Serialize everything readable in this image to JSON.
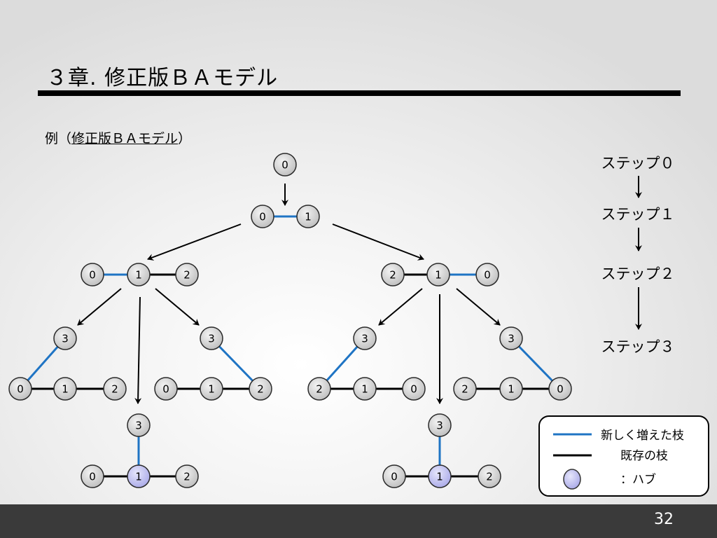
{
  "slide": {
    "title": "３章. 修正版ＢＡモデル",
    "subtitle_prefix": "例（",
    "subtitle_link": "修正版ＢＡモデル",
    "subtitle_suffix": "）",
    "page_number": "32"
  },
  "colors": {
    "new_edge": "#1f74c4",
    "existing_edge": "#000000",
    "hub_fill": "#c7c7f2",
    "node_fill": "#d2d2d2"
  },
  "steps": [
    "ステップ０",
    "ステップ１",
    "ステップ２",
    "ステップ３"
  ],
  "legend": {
    "new_edge": "新しく増えた枝",
    "existing_edge": "既存の枝",
    "hub": "：ハブ"
  },
  "graphs": [
    {
      "nodes": [
        {
          "id": "a",
          "label": "0"
        }
      ],
      "edges": []
    },
    {
      "nodes": [
        {
          "id": "a",
          "label": "0"
        },
        {
          "id": "b",
          "label": "1"
        }
      ],
      "edges": [
        {
          "from": "a",
          "to": "b",
          "type": "new"
        }
      ]
    },
    {
      "nodes": [
        {
          "id": "a",
          "label": "0"
        },
        {
          "id": "b",
          "label": "1"
        },
        {
          "id": "c",
          "label": "2"
        }
      ],
      "edges": [
        {
          "from": "a",
          "to": "b",
          "type": "new"
        },
        {
          "from": "b",
          "to": "c",
          "type": "existing"
        }
      ]
    },
    {
      "nodes": [
        {
          "id": "a",
          "label": "2"
        },
        {
          "id": "b",
          "label": "1"
        },
        {
          "id": "c",
          "label": "0"
        }
      ],
      "edges": [
        {
          "from": "a",
          "to": "b",
          "type": "existing"
        },
        {
          "from": "b",
          "to": "c",
          "type": "new"
        }
      ]
    },
    {
      "nodes": [
        {
          "id": "t",
          "label": "3"
        },
        {
          "id": "a",
          "label": "0"
        },
        {
          "id": "b",
          "label": "1"
        },
        {
          "id": "c",
          "label": "2"
        }
      ],
      "edges": [
        {
          "from": "t",
          "to": "a",
          "type": "new"
        },
        {
          "from": "a",
          "to": "b",
          "type": "existing"
        },
        {
          "from": "b",
          "to": "c",
          "type": "existing"
        }
      ]
    },
    {
      "nodes": [
        {
          "id": "t",
          "label": "3"
        },
        {
          "id": "a",
          "label": "0"
        },
        {
          "id": "b",
          "label": "1"
        },
        {
          "id": "c",
          "label": "2"
        }
      ],
      "edges": [
        {
          "from": "t",
          "to": "c",
          "type": "new"
        },
        {
          "from": "a",
          "to": "b",
          "type": "existing"
        },
        {
          "from": "b",
          "to": "c",
          "type": "existing"
        }
      ]
    },
    {
      "nodes": [
        {
          "id": "t",
          "label": "3"
        },
        {
          "id": "a",
          "label": "0"
        },
        {
          "id": "b",
          "label": "1",
          "hub": true
        },
        {
          "id": "c",
          "label": "2"
        }
      ],
      "edges": [
        {
          "from": "t",
          "to": "b",
          "type": "new"
        },
        {
          "from": "a",
          "to": "b",
          "type": "existing"
        },
        {
          "from": "b",
          "to": "c",
          "type": "existing"
        }
      ]
    },
    {
      "nodes": [
        {
          "id": "t",
          "label": "3"
        },
        {
          "id": "a",
          "label": "2"
        },
        {
          "id": "b",
          "label": "1"
        },
        {
          "id": "c",
          "label": "0"
        }
      ],
      "edges": [
        {
          "from": "t",
          "to": "a",
          "type": "new"
        },
        {
          "from": "a",
          "to": "b",
          "type": "existing"
        },
        {
          "from": "b",
          "to": "c",
          "type": "existing"
        }
      ]
    },
    {
      "nodes": [
        {
          "id": "t",
          "label": "3"
        },
        {
          "id": "a",
          "label": "2"
        },
        {
          "id": "b",
          "label": "1"
        },
        {
          "id": "c",
          "label": "0"
        }
      ],
      "edges": [
        {
          "from": "t",
          "to": "c",
          "type": "new"
        },
        {
          "from": "a",
          "to": "b",
          "type": "existing"
        },
        {
          "from": "b",
          "to": "c",
          "type": "existing"
        }
      ]
    },
    {
      "nodes": [
        {
          "id": "t",
          "label": "3"
        },
        {
          "id": "a",
          "label": "0"
        },
        {
          "id": "b",
          "label": "1",
          "hub": true
        },
        {
          "id": "c",
          "label": "2"
        }
      ],
      "edges": [
        {
          "from": "t",
          "to": "b",
          "type": "new"
        },
        {
          "from": "a",
          "to": "b",
          "type": "existing"
        },
        {
          "from": "b",
          "to": "c",
          "type": "existing"
        }
      ]
    }
  ]
}
